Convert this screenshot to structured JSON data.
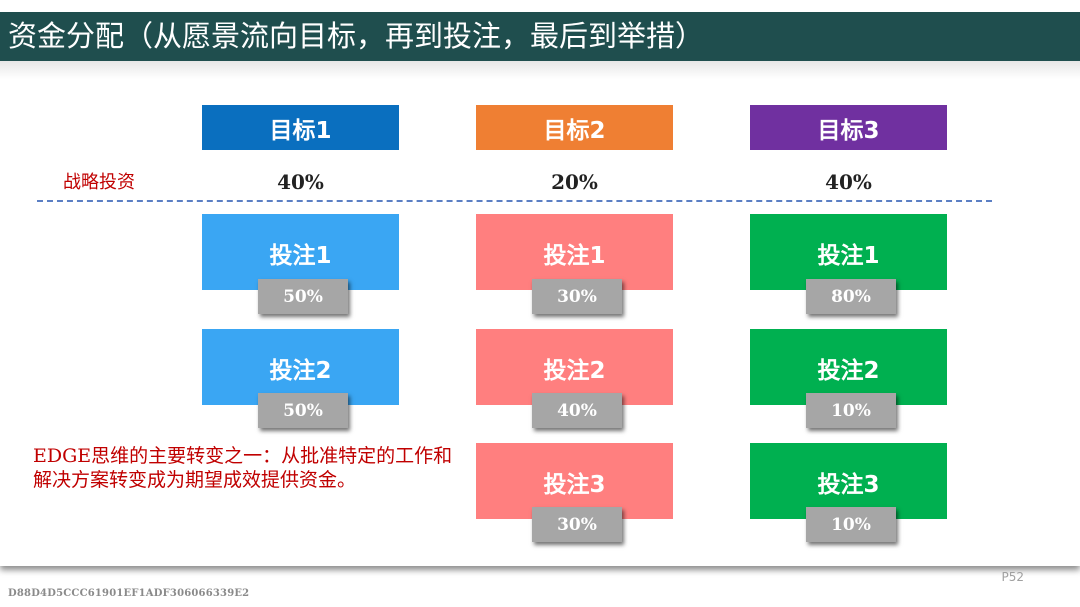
{
  "slide": {
    "title": "资金分配（从愿景流向目标，再到投注，最后到举措）",
    "strategy_label": "战略投资",
    "note": "EDGE思维的主要转变之一：从批准特定的工作和解决方案转变成为期望成效提供资金。",
    "page_number": "P52",
    "watermark": "D88D4D5CCC61901EF1ADF306066339E2"
  },
  "colors": {
    "header_bg": "#1f4e4e",
    "goal1": "#0a6fbf",
    "goal2": "#ef7f33",
    "goal3": "#7030a0",
    "bet_col1": "#3aa6f3",
    "bet_col2": "#ff7f7f",
    "bet_col3": "#00b050",
    "note_text": "#c00000"
  },
  "goals": [
    {
      "label": "目标1",
      "percent": "40%",
      "bets": [
        {
          "label": "投注1",
          "percent": "50%"
        },
        {
          "label": "投注2",
          "percent": "50%"
        }
      ]
    },
    {
      "label": "目标2",
      "percent": "20%",
      "bets": [
        {
          "label": "投注1",
          "percent": "30%"
        },
        {
          "label": "投注2",
          "percent": "40%"
        },
        {
          "label": "投注3",
          "percent": "30%"
        }
      ]
    },
    {
      "label": "目标3",
      "percent": "40%",
      "bets": [
        {
          "label": "投注1",
          "percent": "80%"
        },
        {
          "label": "投注2",
          "percent": "10%"
        },
        {
          "label": "投注3",
          "percent": "10%"
        }
      ]
    }
  ]
}
